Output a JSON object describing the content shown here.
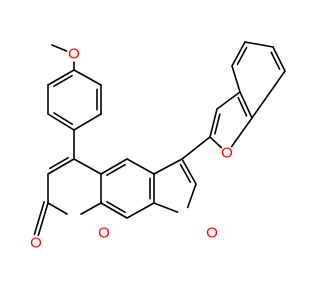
{
  "structure": {
    "atom_labels": [
      {
        "id": "o-methoxy",
        "symbol": "O",
        "color": "#ff0000"
      },
      {
        "id": "o-furan",
        "symbol": "O",
        "color": "#ff0000"
      },
      {
        "id": "o-benzofuran",
        "symbol": "O",
        "color": "#ff0000"
      },
      {
        "id": "o-pyranone-ring",
        "symbol": "O",
        "color": "#ff0000"
      },
      {
        "id": "o-carbonyl",
        "symbol": "O",
        "color": "#ff0000"
      }
    ],
    "bond_color": "#000000"
  }
}
